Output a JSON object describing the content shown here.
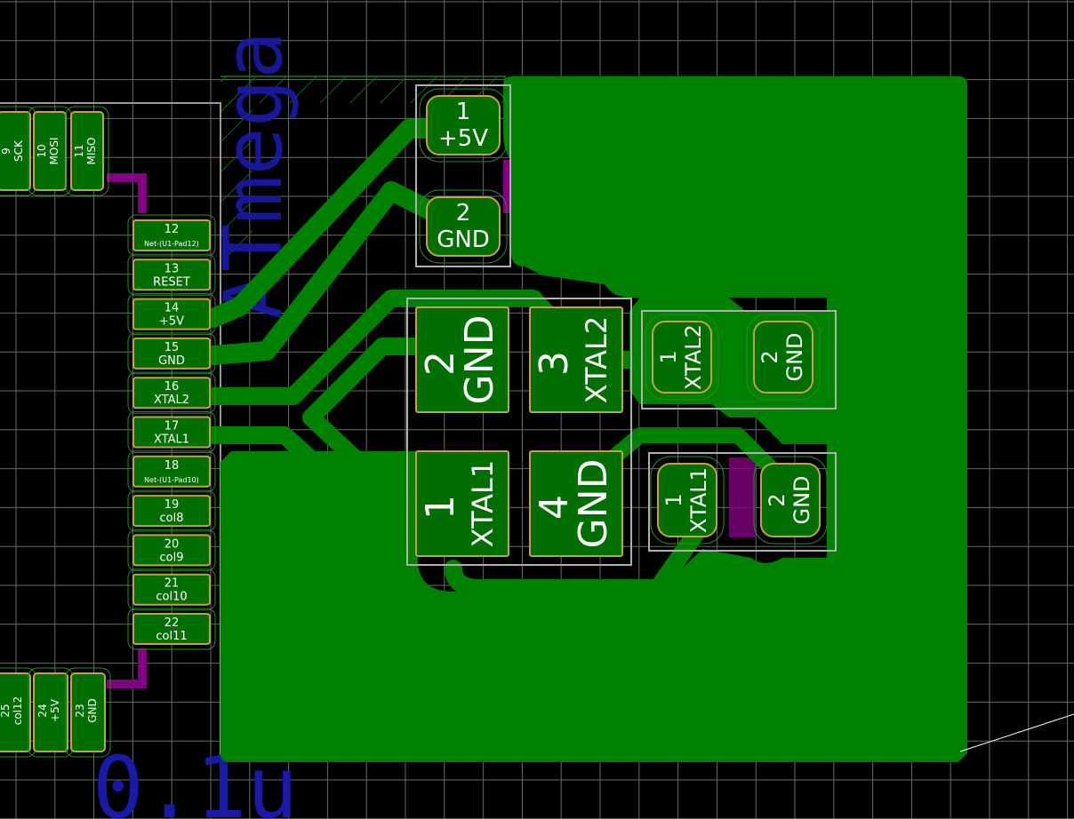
{
  "editor": {
    "canvas_label": "PCB layout editor canvas",
    "silkscreen_top": "0.1u",
    "silkscreen_vertical": "ATmega",
    "background_color": "#000000",
    "grid_color": "#8c8c8c",
    "copper_color": "#008000",
    "via_color": "#800080",
    "pad_color": "#006e00",
    "pad_outline_color": "#bfa540"
  },
  "u1_pads": {
    "top_row": [
      {
        "num": "9",
        "net": "SCK"
      },
      {
        "num": "10",
        "net": "MOSI"
      },
      {
        "num": "11",
        "net": "MISO"
      }
    ],
    "left_column": [
      {
        "num": "12",
        "net": "Net-(U1-Pad12)"
      },
      {
        "num": "13",
        "net": "RESET"
      },
      {
        "num": "14",
        "net": "+5V"
      },
      {
        "num": "15",
        "net": "GND"
      },
      {
        "num": "16",
        "net": "XTAL2"
      },
      {
        "num": "17",
        "net": "XTAL1"
      },
      {
        "num": "18",
        "net": "Net-(U1-Pad10)"
      },
      {
        "num": "19",
        "net": "col8"
      },
      {
        "num": "20",
        "net": "col9"
      },
      {
        "num": "21",
        "net": "col10"
      },
      {
        "num": "22",
        "net": "col11"
      }
    ],
    "bottom_row": [
      {
        "num": "25",
        "net": "col12"
      },
      {
        "num": "24",
        "net": "+5V"
      },
      {
        "num": "23",
        "net": "GND"
      }
    ]
  },
  "c_top": [
    {
      "num": "1",
      "net": "+5V"
    },
    {
      "num": "2",
      "net": "GND"
    }
  ],
  "crystal": [
    {
      "num": "2",
      "net": "GND"
    },
    {
      "num": "3",
      "net": "XTAL2"
    },
    {
      "num": "1",
      "net": "XTAL1"
    },
    {
      "num": "4",
      "net": "GND"
    }
  ],
  "cap_xtal2": [
    {
      "num": "1",
      "net": "XTAL2"
    },
    {
      "num": "2",
      "net": "GND"
    }
  ],
  "cap_xtal1": [
    {
      "num": "1",
      "net": "XTAL1"
    },
    {
      "num": "2",
      "net": "GND"
    }
  ]
}
